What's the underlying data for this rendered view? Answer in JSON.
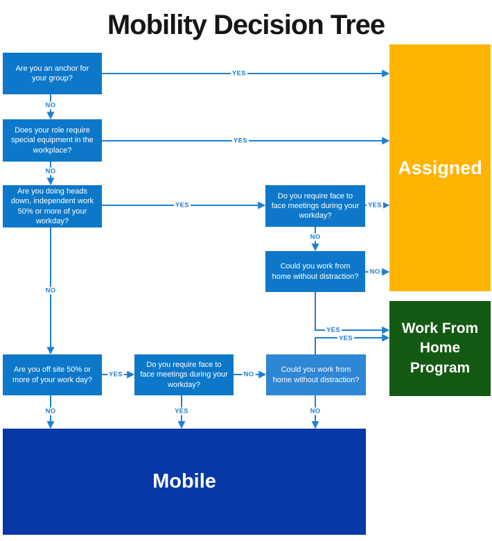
{
  "title": "Mobility Decision Tree",
  "edge_labels": {
    "yes": "YES",
    "no": "NO"
  },
  "nodes": {
    "anchor_q": "Are you an anchor for your group?",
    "equipment_q": "Does your role require special equipment in the workplace?",
    "heads_down_q": "Are you doing heads down, independent work 50% or more of your workday?",
    "face_to_face_top_q": "Do you require face to face meetings during your workday?",
    "wfh_distraction_top_q": "Could you work from home without distraction?",
    "offsite_q": "Are you off site 50% or more of your work day?",
    "face_to_face_bottom_q": "Do you require face to face meetings during your workday?",
    "wfh_distraction_bottom_q": "Could you work from home without distraction?",
    "assigned_outcome": "Assigned",
    "wfh_outcome": "Work From Home Program",
    "mobile_outcome": "Mobile"
  },
  "colors": {
    "question_box": "#0D78C9",
    "question_box_light": "#2E86D4",
    "assigned_box": "#FFB400",
    "wfh_box": "#145914",
    "mobile_box": "#0838A6",
    "connector": "#1F7FD1",
    "title_text": "#161616",
    "box_text": "#FFFFFF"
  }
}
